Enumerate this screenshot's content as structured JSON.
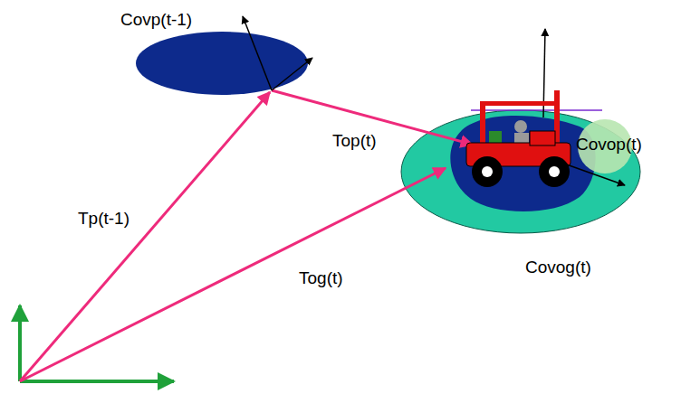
{
  "diagram": {
    "labels": [
      "Covp(t-1)",
      "Tp(t-1)",
      "Top(t)",
      "Tog(t)",
      "Covop(t)",
      "Covog(t)"
    ]
  }
}
